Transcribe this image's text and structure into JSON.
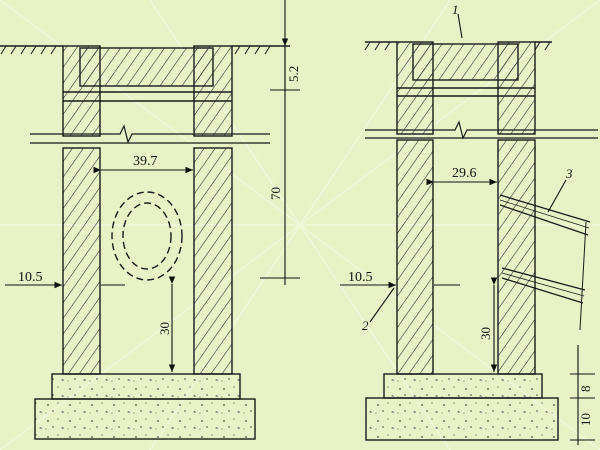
{
  "left_drawing": {
    "interior_width": "39.7",
    "wall_thickness": "10.5",
    "height_total": "70",
    "top_slab": "5.2",
    "opening_height": "30"
  },
  "right_drawing": {
    "interior_width": "29.6",
    "wall_thickness": "10.5",
    "opening_height": "30",
    "base_upper": "8",
    "base_lower": "10",
    "callouts": [
      "1",
      "2",
      "3"
    ]
  },
  "colors": {
    "background": "#e8f2c6",
    "line": "#1a1a1a",
    "hatch": "#333333"
  }
}
